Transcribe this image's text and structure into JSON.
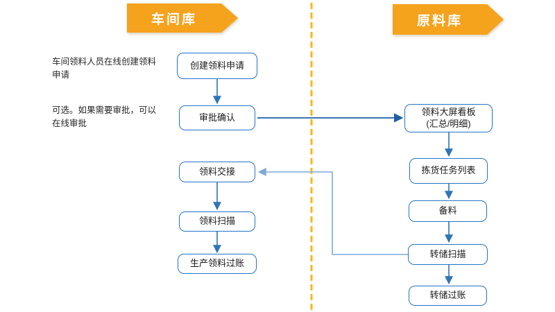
{
  "lanes": {
    "workshop": {
      "label": "车间库"
    },
    "raw_material": {
      "label": "原料库"
    }
  },
  "notes": [
    {
      "text": "车间领料人员在线创建领料申请"
    },
    {
      "text": "可选。如果需要审批，可以在线审批"
    }
  ],
  "nodes": {
    "create_request": {
      "label": "创建领料申请"
    },
    "approval_confirm": {
      "label": "审批确认"
    },
    "material_handover": {
      "label": "领料交接"
    },
    "material_scan": {
      "label": "领料扫描"
    },
    "production_posting": {
      "label": "生产领料过账"
    },
    "dashboard": {
      "label": "领料大屏看板",
      "label2": "(汇总/明细)"
    },
    "picking_list": {
      "label": "拣货任务列表"
    },
    "material_prep": {
      "label": "备料"
    },
    "transfer_scan": {
      "label": "转储扫描"
    },
    "transfer_posting": {
      "label": "转储过账"
    }
  },
  "colors": {
    "banner_fill": "#F5A21D",
    "node_border": "#2273C8",
    "arrow_vertical": "#2E75B6",
    "arrow_main": "#1E5FA8",
    "arrow_feedback": "#7FA8DC",
    "divider_dashed": "#FCB514",
    "node_text": "#1A1A1A"
  }
}
